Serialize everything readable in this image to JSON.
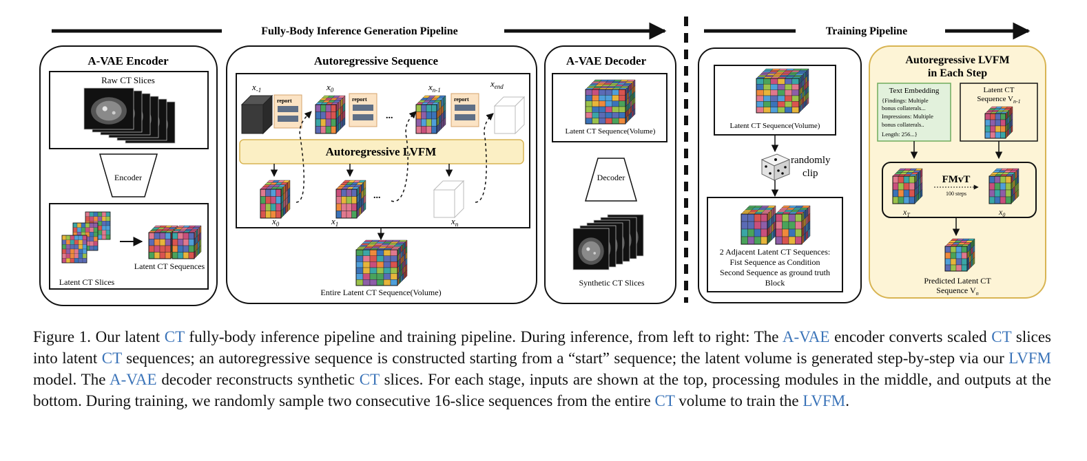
{
  "header": {
    "inference_title": "Fully-Body  Inference Generation Pipeline",
    "training_title": "Training Pipeline"
  },
  "encoder": {
    "title": "A-VAE Encoder",
    "raw_label": "Raw CT Slices",
    "module_label": "Encoder",
    "slices_label": "Latent CT Slices",
    "sequences_label": "Latent CT Sequences"
  },
  "autoregressive": {
    "title": "Autoregressive Sequence",
    "lvfm_label": "Autoregressive LVFM",
    "report_label": "report",
    "ellipsis": "...",
    "top_labels": {
      "x_start": "x",
      "x_start_sub": "-1",
      "x0": "x",
      "x0_sub": "0",
      "xn1": "x",
      "xn1_sub": "n-1",
      "xend": "x",
      "xend_sub": "end"
    },
    "bottom_labels": {
      "x0": "x",
      "x0_sub": "0",
      "x1": "x",
      "x1_sub": "1",
      "xn": "x",
      "xn_sub": "n"
    },
    "output_label": "Entire Latent CT Sequence(Volume)"
  },
  "decoder": {
    "title": "A-VAE Decoder",
    "input_label": "Latent CT Sequence(Volume)",
    "module_label": "Decoder",
    "output_label": "Synthetic CT Slices"
  },
  "training": {
    "input_label": "Latent CT Sequence(Volume)",
    "clip_label_1": "randomly",
    "clip_label_2": "clip",
    "desc_lines": [
      "2 Adjacent Latent CT Sequences:",
      "Fist Sequence as Condition",
      "Second Sequence as ground truth",
      "Block"
    ]
  },
  "lvfm_step": {
    "title_line1": "Autoregressive LVFM",
    "title_line2": "in Each Step",
    "text_embedding_title": "Text Embedding",
    "text_embedding_lines": [
      "{Findings: Multiple",
      "bonus collaterals...",
      "Impressions: Multiple",
      "bonus collaterals..",
      "Length: 256...}"
    ],
    "latent_title_1": "Latent CT",
    "latent_title_2": "Sequence V",
    "latent_title_sub": "n-1",
    "fmvt_label": "FMvT",
    "steps_label": "100 steps",
    "xt_label": "x",
    "xt_sub": "T",
    "x0_label": "x",
    "x0_sub": "0",
    "pred_line1": "Predicted Latent CT",
    "pred_line2": "Sequence V",
    "pred_sub": "n"
  },
  "caption": {
    "p1": "Figure 1.  Our latent ",
    "a1": "CT",
    "p2": " fully-body inference pipeline and training pipeline.  During inference, from left to right:  The ",
    "a2": "A-VAE",
    "p3": " encoder converts scaled ",
    "a3": "CT",
    "p4": " slices into latent ",
    "a4": "CT",
    "p5": " sequences; an autoregressive sequence is constructed starting from a “start” sequence; the latent volume is generated step-by-step via our ",
    "a5": "LVFM",
    "p6": " model.  The ",
    "a6": "A-VAE",
    "p7": " decoder reconstructs synthetic ",
    "a7": "CT",
    "p8": " slices.  For each stage, inputs are shown at the top, processing modules in the middle, and outputs at the bottom.  During training, we randomly sample two consecutive 16-slice sequences from the entire ",
    "a8": "CT",
    "p9": " volume to train the ",
    "a9": "LVFM",
    "p10": "."
  },
  "colors": {
    "accent": "#3a73b8",
    "lvfm_fill": "#fbefc4",
    "lvfm_panel": "#fdf4d6",
    "lvfm_border": "#d8b452",
    "report_fill": "#fbe3c4",
    "report_bar": "#5f6f86",
    "text_embed_fill": "#e2f1dc",
    "text_embed_border": "#6eab5c"
  }
}
